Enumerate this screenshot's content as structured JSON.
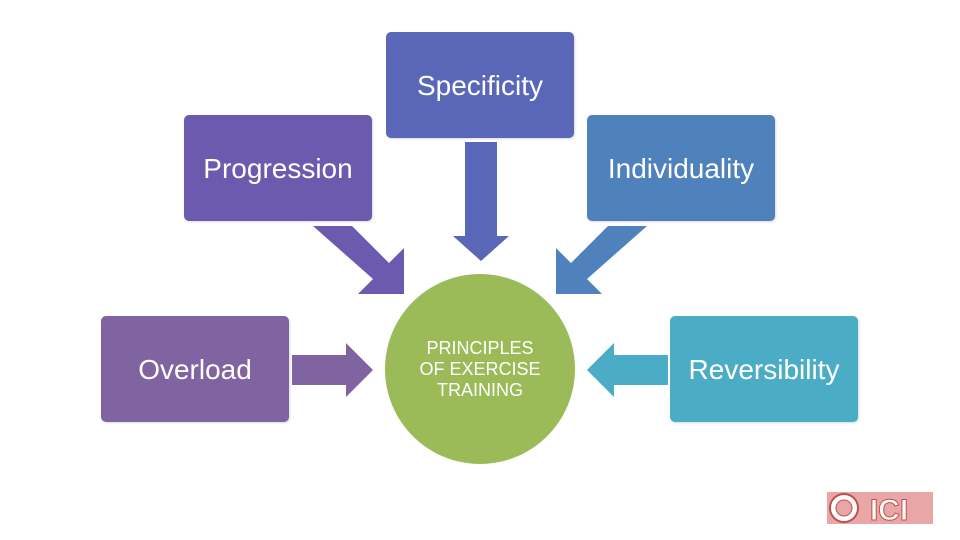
{
  "diagram": {
    "center": {
      "label": "PRINCIPLES OF EXERCISE TRAINING",
      "color": "#9BBB59"
    },
    "nodes": [
      {
        "id": "overload",
        "label": "Overload",
        "color": "#8064A2"
      },
      {
        "id": "progression",
        "label": "Progression",
        "color": "#6C5AAE"
      },
      {
        "id": "specificity",
        "label": "Specificity",
        "color": "#5A67B8"
      },
      {
        "id": "individuality",
        "label": "Individuality",
        "color": "#4F81BD"
      },
      {
        "id": "reversibility",
        "label": "Reversibility",
        "color": "#4BACC6"
      }
    ]
  },
  "logo": {
    "text": "ICI",
    "colors": [
      "#E8A6A6",
      "#C0504D"
    ]
  }
}
